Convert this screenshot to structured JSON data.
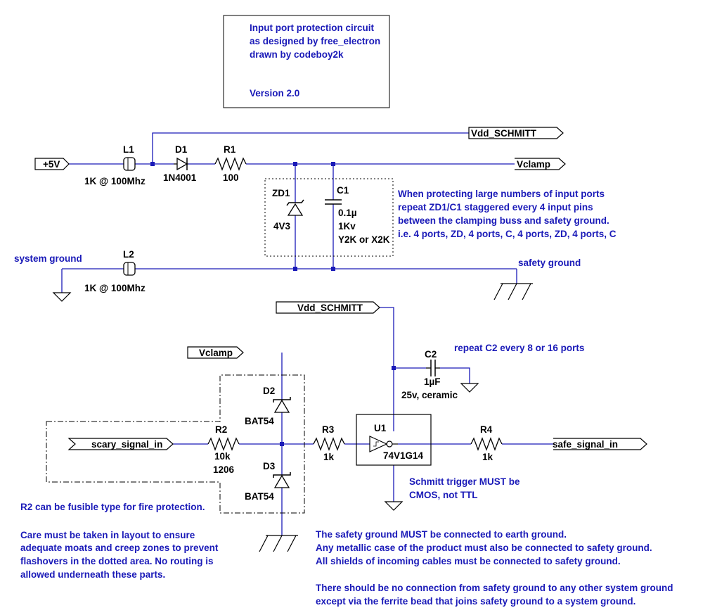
{
  "title_box": {
    "line1": "Input port protection circuit",
    "line2": "as designed by free_electron",
    "line3": "drawn by codeboy2k",
    "version": "Version 2.0"
  },
  "nets": {
    "plus5v": "+5V",
    "vdd_schmitt_top": "Vdd_SCHMITT",
    "vclamp_top": "Vclamp",
    "vdd_schmitt_u1": "Vdd_SCHMITT",
    "vclamp_d2": "Vclamp",
    "scary_in": "scary_signal_in",
    "safe_out": "safe_signal_in",
    "system_ground": "system ground",
    "safety_ground": "safety ground"
  },
  "parts": {
    "L1": {
      "ref": "L1",
      "value": "1K @ 100Mhz"
    },
    "D1": {
      "ref": "D1",
      "value": "1N4001"
    },
    "R1": {
      "ref": "R1",
      "value": "100"
    },
    "ZD1": {
      "ref": "ZD1",
      "value": "4V3"
    },
    "C1": {
      "ref": "C1",
      "value1": "0.1µ",
      "value2": "1Kv",
      "value3": "Y2K or X2K"
    },
    "L2": {
      "ref": "L2",
      "value": "1K @ 100Mhz"
    },
    "C2": {
      "ref": "C2",
      "value1": "1µF",
      "value2": "25v, ceramic"
    },
    "D2": {
      "ref": "D2",
      "value": "BAT54"
    },
    "D3": {
      "ref": "D3",
      "value": "BAT54"
    },
    "R2": {
      "ref": "R2",
      "value1": "10k",
      "value2": "1206"
    },
    "R3": {
      "ref": "R3",
      "value": "1k"
    },
    "U1": {
      "ref": "U1",
      "value": "74V1G14"
    },
    "R4": {
      "ref": "R4",
      "value": "1k"
    }
  },
  "notes": {
    "zd_c_repeat": [
      "When protecting large numbers of input ports",
      "repeat ZD1/C1 staggered every 4 input pins",
      "between the clamping buss and safety ground.",
      "i.e. 4 ports, ZD, 4 ports, C, 4 ports, ZD, 4 ports, C"
    ],
    "c2_repeat": "repeat C2 every 8 or 16 ports",
    "schmitt": [
      "Schmitt trigger MUST be",
      "CMOS, not TTL"
    ],
    "r2_fusible": "R2 can be fusible type for fire protection.",
    "layout": [
      "Care must be taken in layout to ensure",
      "adequate moats and creep zones to prevent",
      "flashovers in the dotted area.  No routing is",
      "allowed underneath these parts."
    ],
    "safety_ground": [
      "The safety ground MUST be connected to earth ground.",
      "Any metallic case of the product must also be connected to safety ground.",
      "All shields of incoming cables must be connected to safety ground."
    ],
    "no_connection": [
      "There should be no connection from safety ground to any other system ground",
      "except via the ferrite bead that joins safety ground to a system ground."
    ]
  }
}
